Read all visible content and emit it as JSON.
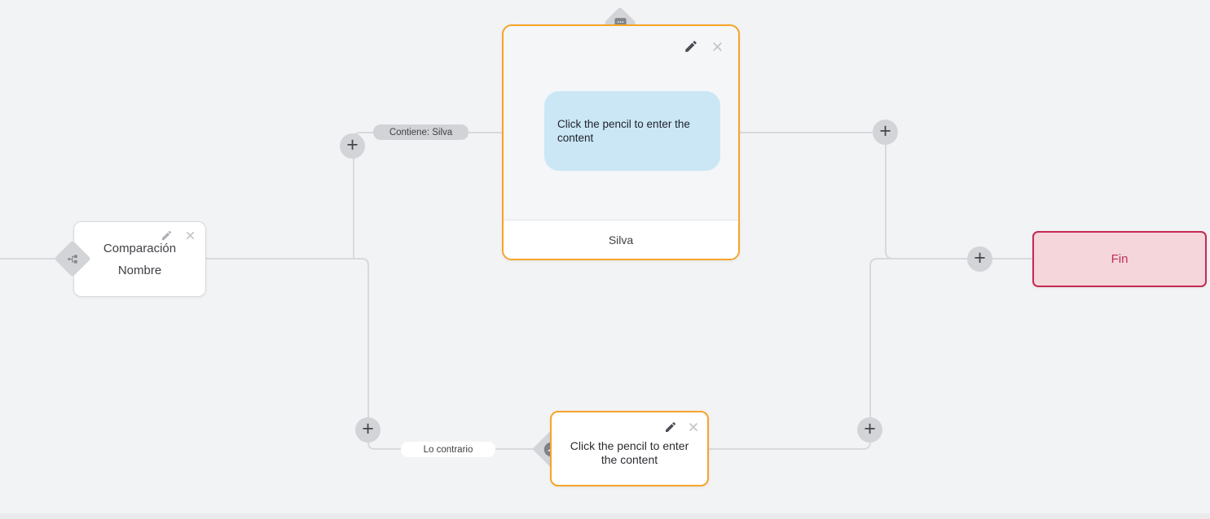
{
  "colors": {
    "canvas_bg": "#f2f3f5",
    "edge_line": "#d8d9dd",
    "node_accent_orange": "#f7a428",
    "end_node_border": "#c42b50",
    "end_node_bg": "#f5d6db",
    "message_bubble_bg": "#cbe7f6",
    "connector_bg": "#d3d4d8"
  },
  "condition_node": {
    "title_line1": "Comparación",
    "title_line2": "Nombre",
    "icon": "branch-icon"
  },
  "message_node": {
    "content_placeholder": "Click the pencil to enter the content",
    "footer_label": "Silva",
    "icon": "chat-bubble-icon"
  },
  "delay_node": {
    "content_placeholder": "Click the pencil to enter the content",
    "icon": "clock-icon"
  },
  "end_node": {
    "label": "Fin"
  },
  "edge_labels": {
    "contains": "Contiene: Silva",
    "otherwise": "Lo contrario"
  },
  "controls": {
    "add_button": "+",
    "edit_icon": "pencil-icon",
    "delete_icon": "close-icon"
  }
}
